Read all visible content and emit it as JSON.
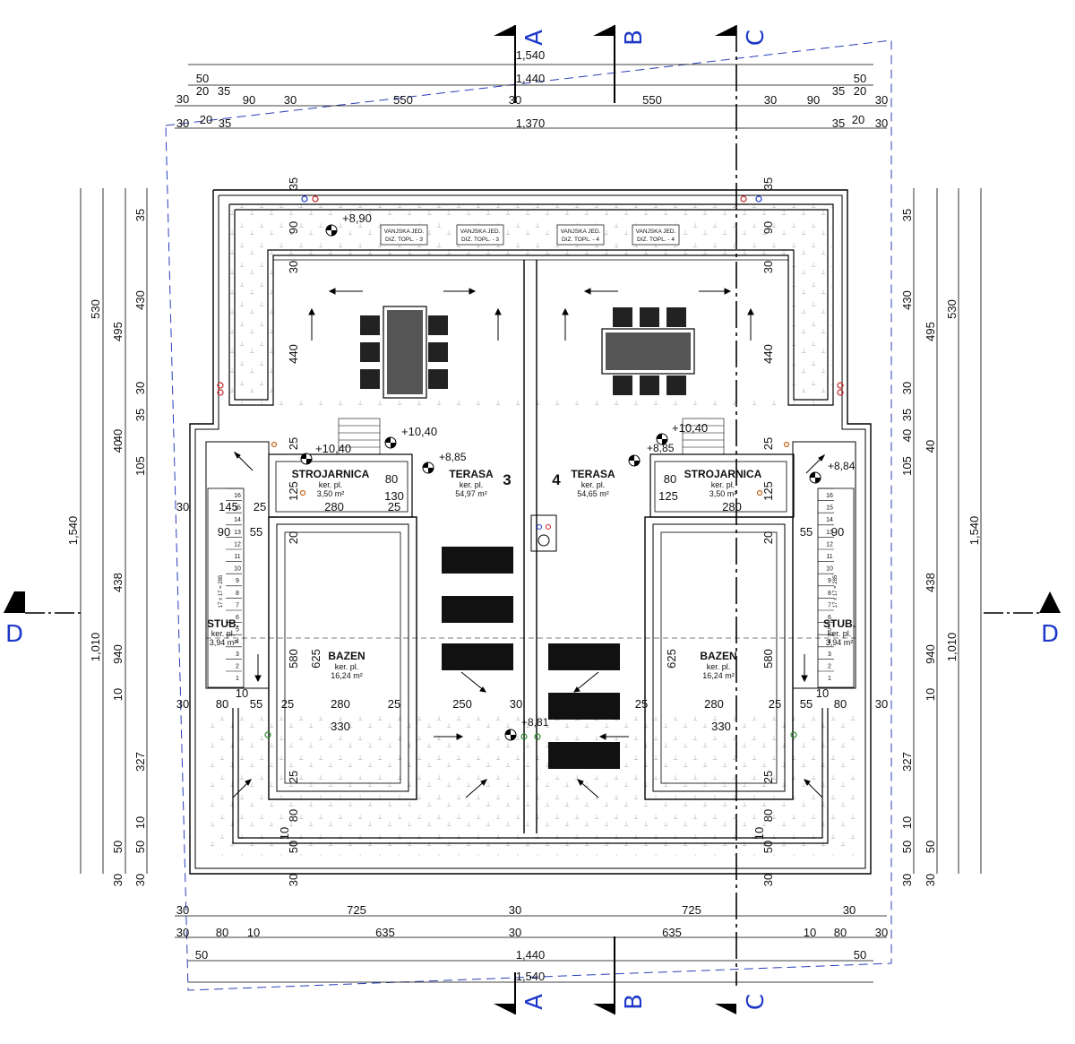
{
  "sections": {
    "a": "A",
    "b": "B",
    "c": "C",
    "d": "D"
  },
  "top_dims": {
    "r1": "1,540",
    "r2": {
      "left": "50",
      "mid": "1,440",
      "right": "50"
    },
    "r3": [
      "20",
      "35",
      "90",
      "30",
      "550",
      "30",
      "550",
      "30",
      "90",
      "35",
      "20"
    ],
    "r3_end": "30",
    "r4": {
      "a": "30",
      "b": "20",
      "c": "35",
      "mid": "1,370",
      "d": "35",
      "e": "20",
      "f": "30"
    }
  },
  "bottom_dims": {
    "r1": {
      "a": "30",
      "b": "725",
      "c": "30",
      "d": "725",
      "e": "30"
    },
    "r2": {
      "a": "30",
      "b": "80",
      "c": "10",
      "d": "635",
      "e": "30",
      "f": "635",
      "g": "10",
      "h": "80",
      "i": "30"
    },
    "r3": {
      "left": "50",
      "mid": "1,440",
      "right": "50"
    },
    "r4": "1,540"
  },
  "left_dims": {
    "outer": "1,540",
    "col2": [
      "530",
      "1,010"
    ],
    "col3": [
      "495",
      "40",
      "438",
      "940",
      "10",
      "50",
      "30"
    ],
    "col4": [
      "35",
      "430",
      "30",
      "35",
      "105",
      "327",
      "10",
      "30"
    ]
  },
  "right_dims": {
    "outer": "1,540",
    "col2": [
      "530",
      "1,010"
    ],
    "col3": [
      "495",
      "40",
      "438",
      "940",
      "10",
      "50",
      "30"
    ],
    "col4": [
      "35",
      "430",
      "30",
      "35",
      "105",
      "327",
      "10",
      "30"
    ]
  },
  "levels": {
    "l890": "+8,90",
    "l1040a": "+10,40",
    "l1040b": "+10,40",
    "l1040c": "+10,40",
    "l885a": "+8,85",
    "l885b": "+8,85",
    "l884": "+8,84",
    "l881": "+8,81"
  },
  "outdoor_units": [
    "VANJSKA JED.",
    "DIZ. TOPL. - 3",
    "VANJSKA JED.",
    "DIZ. TOPL. - 3",
    "VANJSKA JED.",
    "DIZ. TOPL. - 4",
    "VANJSKA JED.",
    "DIZ. TOPL. - 4"
  ],
  "rooms": {
    "terasa3": {
      "name": "TERASA",
      "sub": "ker. pl.",
      "area": "54,97 m²",
      "no": "3"
    },
    "terasa4": {
      "name": "TERASA",
      "sub": "ker. pl.",
      "area": "54,65 m²",
      "no": "4"
    },
    "strojL": {
      "name": "STROJARNICA",
      "sub": "ker. pl.",
      "area": "3,50 m²"
    },
    "strojR": {
      "name": "STROJARNICA",
      "sub": "ker. pl.",
      "area": "3,50 m²"
    },
    "bazenL": {
      "name": "BAZEN",
      "sub": "ker. pl.",
      "area": "16,24 m²"
    },
    "bazenR": {
      "name": "BAZEN",
      "sub": "ker. pl.",
      "area": "16,24 m²"
    },
    "stubL": {
      "name": "STUB.",
      "sub": "ker. pl.",
      "area": "3,94 m²"
    },
    "stubR": {
      "name": "STUB.",
      "sub": "ker. pl.",
      "area": "3,94 m²"
    }
  },
  "inner_dims": {
    "v90a": "90",
    "v90b": "90",
    "v30a": "30",
    "v30b": "30",
    "v35a": "35",
    "v35b": "35",
    "v440a": "440",
    "v440b": "440",
    "v25a": "25",
    "v25b": "25",
    "v125a": "125",
    "v125b": "125",
    "h80a": "80",
    "h130": "130",
    "h80b": "80",
    "h125c": "125",
    "h30a": "30",
    "h145": "145",
    "h25a": "25",
    "h280a": "280",
    "h25b": "25",
    "h90a": "90",
    "h55a": "55",
    "h20a": "20",
    "h20b": "20",
    "h55b": "55",
    "h90b": "90",
    "h280b": "280",
    "v580a": "580",
    "v625a": "625",
    "v580b": "580",
    "v625b": "625",
    "row3": [
      "30",
      "80",
      "55",
      "25",
      "280",
      "25",
      "250",
      "30",
      "25",
      "280",
      "25",
      "55",
      "80",
      "30"
    ],
    "h10a": "10",
    "h10b": "10",
    "h330a": "330",
    "h330b": "330",
    "v25c": "25",
    "v25d": "25",
    "v80a": "80",
    "v80b": "80",
    "v10a": "10",
    "v10b": "10",
    "v30c": "30",
    "v30d": "30",
    "stair": [
      "16",
      "15",
      "14",
      "13",
      "12",
      "11",
      "10",
      "9",
      "8",
      "7",
      "6",
      "5",
      "4",
      "3",
      "2",
      "1"
    ],
    "stair_note": "17 x 17 = 285"
  }
}
